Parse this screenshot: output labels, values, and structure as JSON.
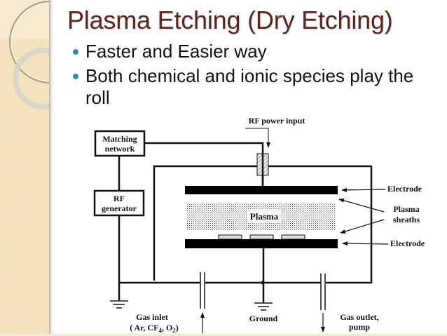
{
  "slide": {
    "title": "Plasma Etching (Dry Etching)",
    "bullets": [
      "Faster and Easier way",
      "Both  chemical  and ionic species play the roll"
    ],
    "colors": {
      "title": "#5a2620",
      "bullet_dot": "#3a8fa8",
      "sidebar": "#f3dfb5"
    }
  },
  "diagram": {
    "labels": {
      "matching_network_line1": "Matching",
      "matching_network_line2": "network",
      "rf_generator_line1": "RF",
      "rf_generator_line2": "generator",
      "rf_power_input": "RF power input",
      "plasma": "Plasma",
      "electrode_top": "Electrode",
      "plasma_sheaths_line1": "Plasma",
      "plasma_sheaths_line2": "sheaths",
      "electrode_bottom": "Electrode",
      "gas_inlet_line1": "Gas inlet",
      "gas_inlet_line2_prefix": "( Ar, CF",
      "gas_inlet_sub4": "4",
      "gas_inlet_mid": ", O",
      "gas_inlet_sub2": "2",
      "gas_inlet_suffix": ")",
      "ground": "Ground",
      "gas_outlet_line1": "Gas outlet,",
      "gas_outlet_line2": "pump"
    },
    "wafer_count": 3
  }
}
